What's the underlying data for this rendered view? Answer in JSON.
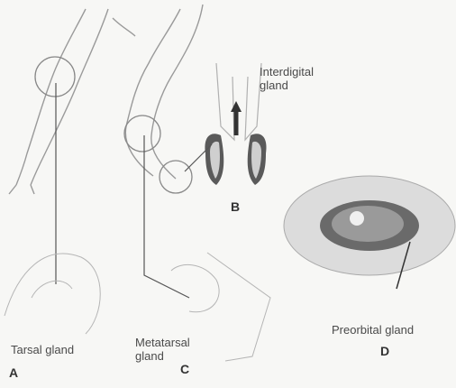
{
  "labels": {
    "interdigital": "Interdigital\ngland",
    "b": "B",
    "tarsal": "Tarsal gland",
    "a": "A",
    "metatarsal": "Metatarsal\ngland",
    "c": "C",
    "preorbital": "Preorbital gland",
    "d": "D"
  }
}
